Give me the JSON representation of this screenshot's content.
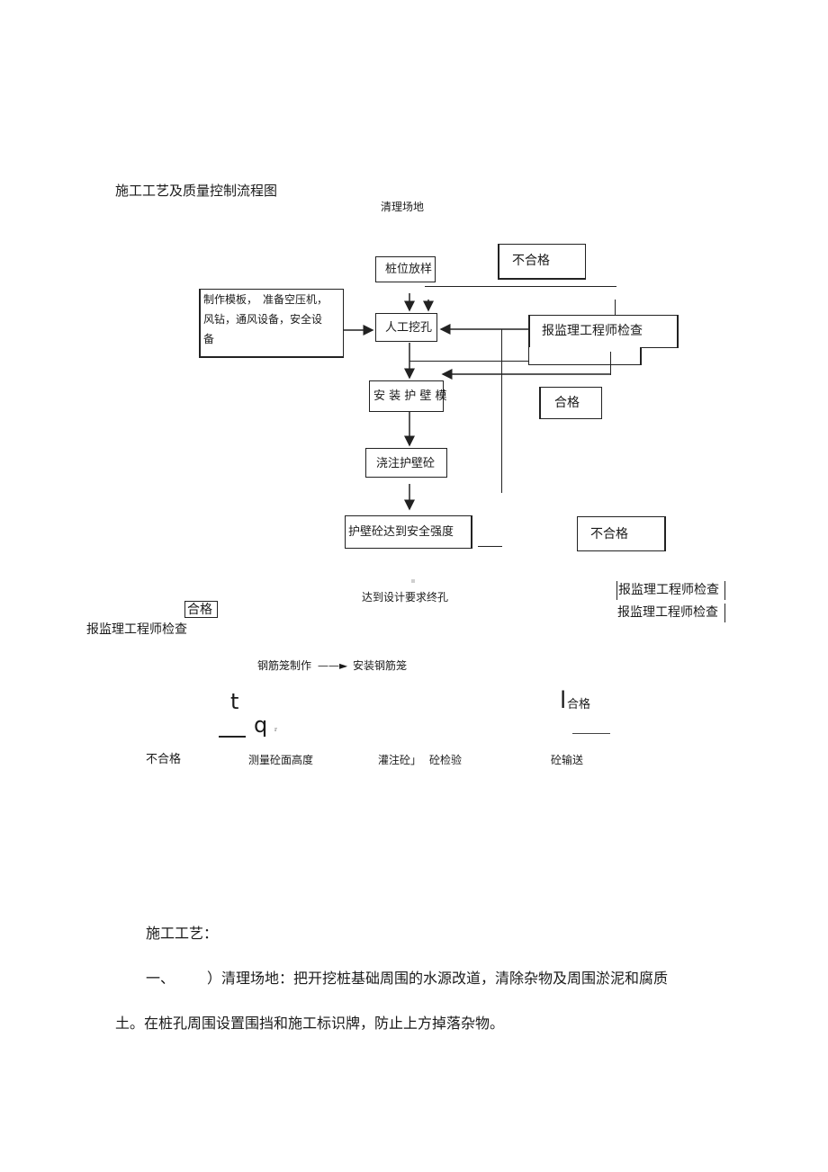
{
  "title": "施工工艺及质量控制流程图",
  "flow": {
    "clear_site": "清理场地",
    "pile_layout": "桩位放样",
    "fail_top": "不合格",
    "prep_materials_line1": "制作模板，　准备空压机，",
    "prep_materials_line2": "风钻，通风设备，安全设",
    "prep_materials_line3": "备",
    "manual_dig": "人工挖孔",
    "inspect_top": "报监理工程师检查",
    "install_wall_form": "安 装 护 壁 模",
    "pass_top": "合格",
    "pour_wall_concrete": "浇注护壁砼",
    "wall_strength": "护壁砼达到安全强度",
    "fail_mid": "不合格",
    "design_depth": "达到设计要求终孔",
    "inspect_right_1": "报监理工程师检查",
    "inspect_right_2": "报监理工程师检查",
    "pass_left": "合格",
    "inspect_left": "报监理工程师检查",
    "rebar_make": "钢筋笼制作",
    "rebar_arrow": "——►",
    "rebar_install": "安装钢筋笼",
    "glyph_t": "t",
    "glyph_l": "l",
    "pass_right": "合格",
    "glyph_q": "q",
    "glyph_r": "r",
    "fail_bottom": "不合格",
    "measure_height": "测量砼面高度",
    "pour_concrete": "灌注砼」",
    "concrete_test": "砼检验",
    "concrete_transport": "砼输送"
  },
  "body": {
    "heading": "施工工艺：",
    "item1_num": "一、",
    "item1_text": "）清理场地：把开挖桩基础周围的水源改道，清除杂物及周围淤泥和腐质",
    "item1_cont": "土。在桩孔周围设置围挡和施工标识牌，防止上方掉落杂物。"
  }
}
